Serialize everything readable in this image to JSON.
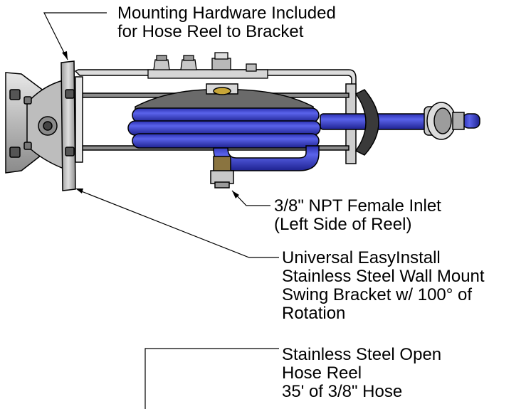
{
  "callouts": {
    "mounting_hardware": [
      "Mounting Hardware Included",
      "for Hose Reel to Bracket"
    ],
    "inlet": [
      "3/8\" NPT Female Inlet",
      "(Left Side of Reel)"
    ],
    "bracket": [
      "Universal EasyInstall",
      "Stainless Steel Wall Mount",
      "Swing Bracket w/ 100° of",
      "Rotation"
    ],
    "hose_reel": [
      "Stainless Steel Open",
      "Hose Reel",
      "35' of 3/8\" Hose"
    ]
  },
  "colors": {
    "hose": "#2f36c8",
    "hose_highlight": "#5f68ea",
    "steel": "#c9c9c9",
    "steel_dark": "#7a7a7a",
    "outline": "#000000",
    "leader": "#000000"
  }
}
